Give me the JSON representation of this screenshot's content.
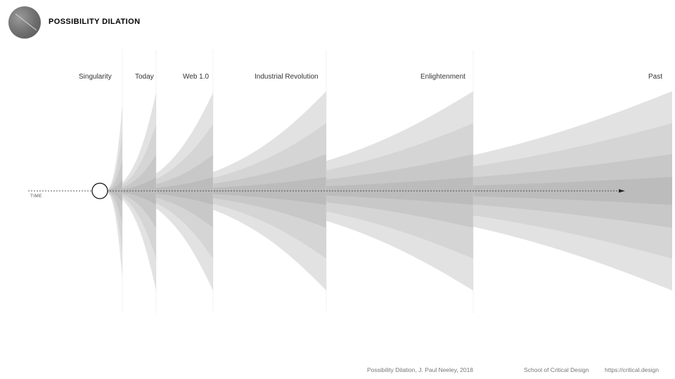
{
  "header": {
    "logo_icon": "circle-logo-icon",
    "title": "POSSIBILITY DILATION"
  },
  "diagram": {
    "time_label": "TIME",
    "eras": [
      {
        "label": "Singularity"
      },
      {
        "label": "Today"
      },
      {
        "label": "Web 1.0"
      },
      {
        "label": "Industrial Revolution"
      },
      {
        "label": "Enlightenment"
      },
      {
        "label": "Past"
      }
    ],
    "band_colors": [
      "#e2e2e2",
      "#d5d5d5",
      "#c8c8c8",
      "#bcbcbc"
    ]
  },
  "footer": {
    "citation": "Possibility Dilation, J. Paul Neeley, 2018",
    "organization": "School of Critical Design",
    "url": "https://critical.design"
  }
}
